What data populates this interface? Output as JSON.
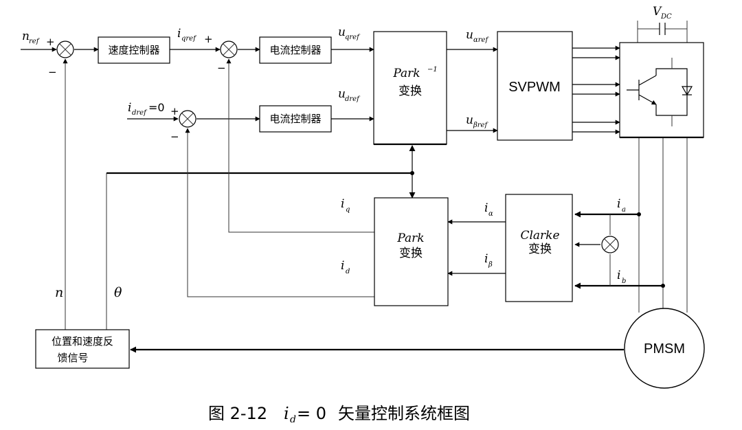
{
  "blocks": {
    "speed_ctrl": "速度控制器",
    "current_ctrl_q": "电流控制器",
    "current_ctrl_d": "电流控制器",
    "inv_park_name": "Park",
    "inv_park_exp": "−1",
    "inv_park_cn": "变换",
    "svpwm": "SVPWM",
    "park_name": "Park",
    "park_cn": "变换",
    "clarke_name": "Clarke",
    "clarke_cn": "变换",
    "feedback_line1": "位置和速度反",
    "feedback_line2": "馈信号",
    "pmsm": "PMSM"
  },
  "signals": {
    "n_ref": {
      "main": "n",
      "sub": "ref"
    },
    "i_qref": {
      "main": "i",
      "sub": "qref"
    },
    "i_dref": {
      "main": "i",
      "sub": "dref",
      "suffix": " =0"
    },
    "u_qref": {
      "main": "u",
      "sub": "qref"
    },
    "u_dref": {
      "main": "u",
      "sub": "dref"
    },
    "u_alpha_ref": {
      "main": "u",
      "sub": "αref"
    },
    "u_beta_ref": {
      "main": "u",
      "sub": "βref"
    },
    "i_q": {
      "main": "i",
      "sub": "q"
    },
    "i_d": {
      "main": "i",
      "sub": "d"
    },
    "i_alpha": {
      "main": "i",
      "sub": "α"
    },
    "i_beta": {
      "main": "i",
      "sub": "β"
    },
    "i_a": {
      "main": "i",
      "sub": "a"
    },
    "i_b": {
      "main": "i",
      "sub": "b"
    },
    "v_dc": {
      "main": "V",
      "sub": "DC"
    },
    "n": "n",
    "theta": "θ"
  },
  "signs": {
    "plus": "+",
    "minus": "−"
  },
  "caption": {
    "prefix": "图 2-12",
    "var_main": "i",
    "var_sub": "d",
    "equals": " = 0",
    "suffix": "矢量控制系统框图"
  }
}
